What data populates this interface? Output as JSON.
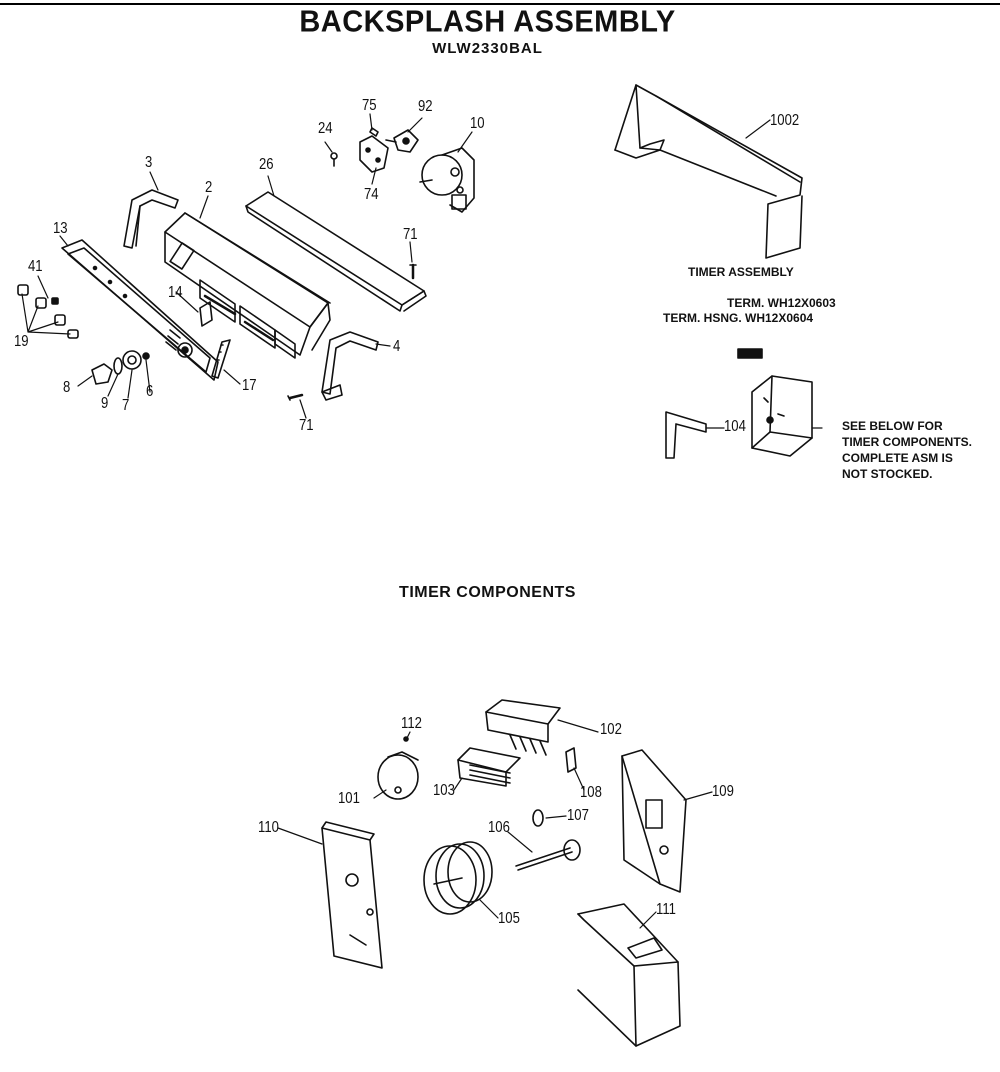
{
  "title": "BACKSPLASH ASSEMBLY",
  "model": "WLW2330BAL",
  "timer_assembly": {
    "heading": "TIMER ASSEMBLY",
    "term_line": "TERM. WH12X0603",
    "housing_line": "TERM. HSNG. WH12X0604",
    "note": [
      "SEE BELOW FOR",
      "TIMER COMPONENTS.",
      "COMPLETE ASM IS",
      "NOT STOCKED."
    ]
  },
  "timer_components": {
    "heading": "TIMER COMPONENTS"
  },
  "callouts": {
    "p75": "75",
    "p92": "92",
    "p24": "24",
    "p10": "10",
    "p74": "74",
    "p3": "3",
    "p26": "26",
    "p2": "2",
    "p13": "13",
    "p71a": "71",
    "p41": "41",
    "p14": "14",
    "p19": "19",
    "p4": "4",
    "p8": "8",
    "p9": "9",
    "p7": "7",
    "p6": "6",
    "p17": "17",
    "p71b": "71",
    "p1002": "1002",
    "p104": "104",
    "p112": "112",
    "p102": "102",
    "p101": "101",
    "p103": "103",
    "p108": "108",
    "p109": "109",
    "p110": "110",
    "p107": "107",
    "p106": "106",
    "p105": "105",
    "p111": "111"
  }
}
